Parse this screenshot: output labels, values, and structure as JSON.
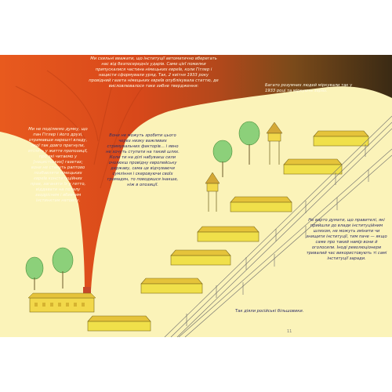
{
  "page": {
    "top_paragraph": "Ми схильні вважати, що інституції автоматично вберегать нас від безпосередніх ударів. Саме цієї помилки припускалися частина німецьких євреїв, коли Гітлер і нацисти сформували уряд. Так, 2 квітня 1933 року провідний газета німецьких євреїв опублікувала статтю, де висловлювалося таке хибне твердження:",
    "left_column": "Ми не поділяємо думку, що пан Гітлер і його друзі, отримавши нарешті владу, якої так довго прагнули, втілять у життя пропозиції, про які читаємо у [нацистських] газетах; вони не стануть раптово позбавляти німецьких євреїв конституційних прав, заганяти їх у гетто, віддавати на поталу заздрісним і вбивчим інстинктам натовпу.",
    "middle_column": "Вони не можуть зробити цього через низку важливих стримувальних факторів… і явно не хочуть ступати на такий шлях. Коли ти на ділі набуваєш сили очолюєш провідну європейську державу, сама це відчуваючи сумління і скеровуючи своїх громадян, то поводишся інакше, ніж в опозиції.",
    "right_top": "Багато розумних людей міркували так у 1933 році та міркують зараз.",
    "right_middle": "Не варто думати, що правителі, які прийшли до влади інституційним шляхом, не можуть змінити чи знищити інституції, тим паче — якщо саме про такий намір вони й оголосили. Іноді революціонери тривалий час використовують ті самі інституції заради.",
    "right_bottom": "Так діяли російські більшовики.",
    "page_number_left": "",
    "page_number_right": "11"
  },
  "colors": {
    "paper": "#fbf3b9",
    "smoke_orange": "#e2501c",
    "smoke_dark": "#3d2a14",
    "barracks": "#f0e04a",
    "trees": "#8cd07a",
    "text": "#2d2d66"
  },
  "icons": [
    "smoke-plume",
    "crematorium-chimney",
    "barracks",
    "guard-tower",
    "tree",
    "fence"
  ]
}
